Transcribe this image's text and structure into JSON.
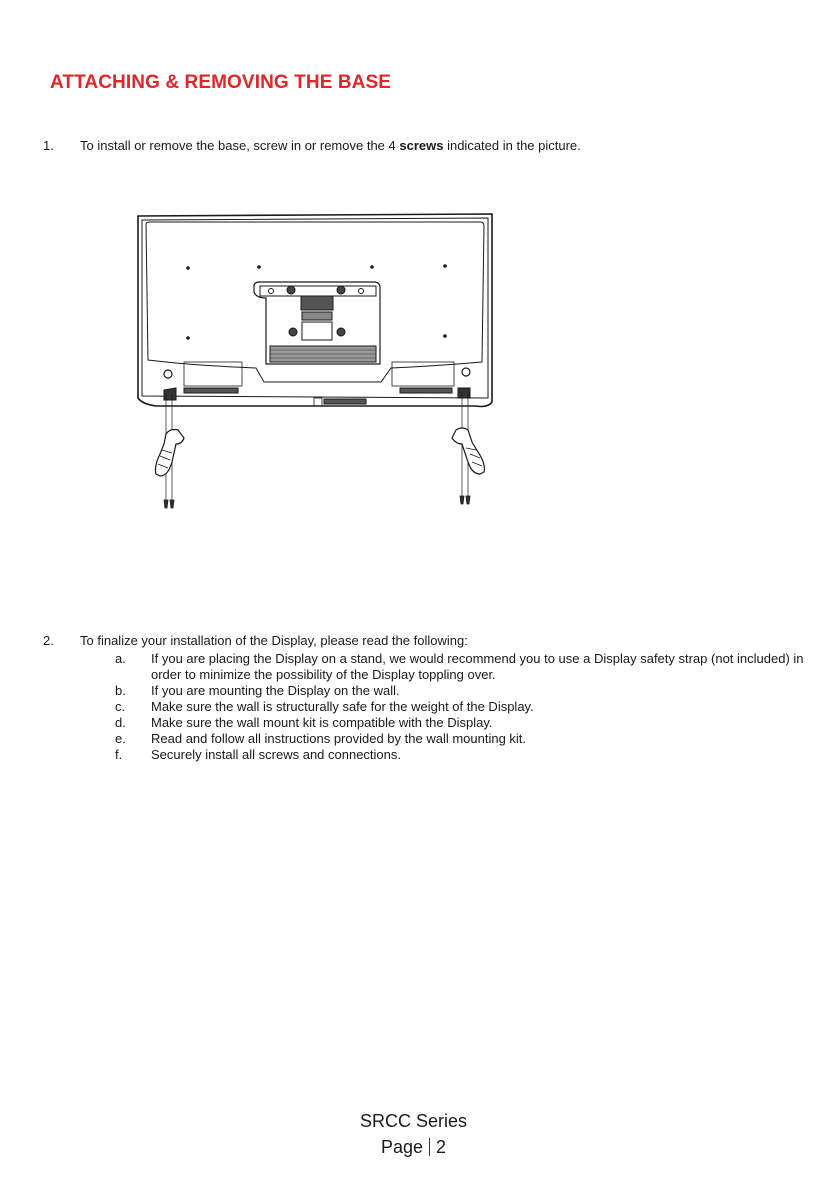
{
  "title": "ATTACHING & REMOVING THE BASE",
  "steps": [
    {
      "number": "1.",
      "text_before": "To install or remove the base,  screw in or remove the 4 ",
      "text_bold": "screws",
      "text_after": " indicated in the picture."
    },
    {
      "number": "2.",
      "text": "To finalize your installation of the Display, please read the following:",
      "items": [
        {
          "letter": "a.",
          "text": "If you are placing the Display on a stand, we would recommend you to use a Display safety strap (not included) in order to minimize the possibility of the Display toppling over."
        },
        {
          "letter": "b.",
          "text": "If you are mounting the Display on the wall."
        },
        {
          "letter": "c.",
          "text": "Make sure the wall is structurally safe for the weight of the Display."
        },
        {
          "letter": "d.",
          "text": "Make sure the wall mount kit is compatible with the Display."
        },
        {
          "letter": "e.",
          "text": "Read and follow all instructions provided by the wall mounting kit."
        },
        {
          "letter": "f.",
          "text": "Securely install all screws and connections."
        }
      ]
    }
  ],
  "footer": {
    "series": "SRCC Series",
    "page_label": "Page",
    "page_number": "2"
  }
}
